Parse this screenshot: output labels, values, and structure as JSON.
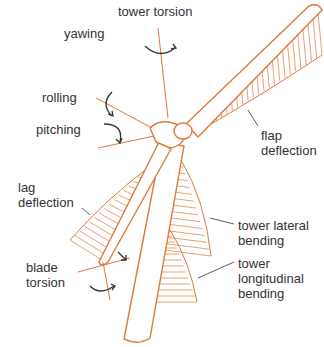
{
  "diagram": {
    "labels": [
      "tower torsion",
      "yawing",
      "flap deflection",
      "rolling",
      "pitching",
      "tower lateral bending",
      "tower longitudinal bending",
      "lag deflection",
      "blade torsion"
    ]
  }
}
